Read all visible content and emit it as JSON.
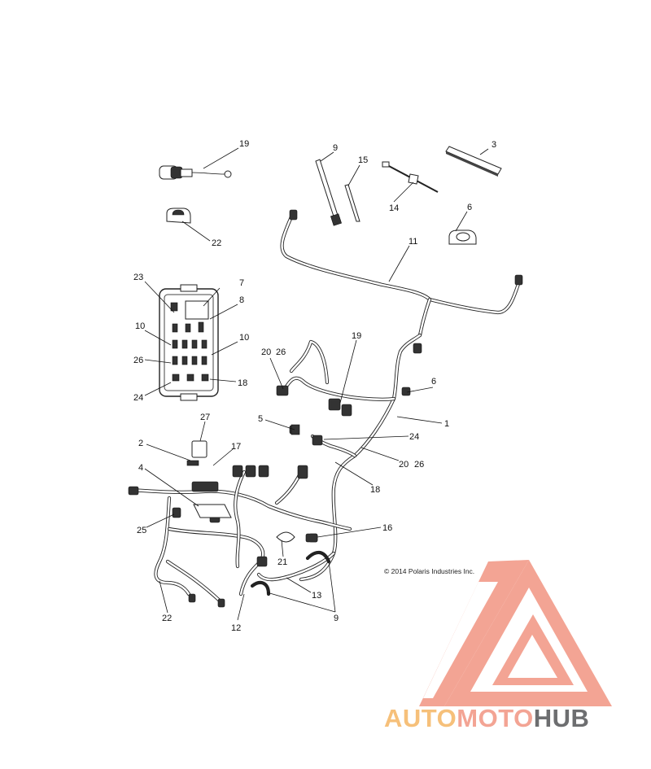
{
  "callouts": [
    {
      "id": "c1",
      "text": "19"
    },
    {
      "id": "c2",
      "text": "9"
    },
    {
      "id": "c3",
      "text": "15"
    },
    {
      "id": "c4",
      "text": "3"
    },
    {
      "id": "c5",
      "text": "14"
    },
    {
      "id": "c6",
      "text": "22"
    },
    {
      "id": "c7",
      "text": "6"
    },
    {
      "id": "c8",
      "text": "11"
    },
    {
      "id": "c9",
      "text": "23"
    },
    {
      "id": "c10",
      "text": "7"
    },
    {
      "id": "c11",
      "text": "8"
    },
    {
      "id": "c12",
      "text": "10"
    },
    {
      "id": "c13",
      "text": "10"
    },
    {
      "id": "c14",
      "text": "19"
    },
    {
      "id": "c15",
      "text": "26"
    },
    {
      "id": "c16",
      "text": "20"
    },
    {
      "id": "c17",
      "text": "26"
    },
    {
      "id": "c18",
      "text": "18"
    },
    {
      "id": "c19",
      "text": "6"
    },
    {
      "id": "c20",
      "text": "24"
    },
    {
      "id": "c21",
      "text": "27"
    },
    {
      "id": "c22",
      "text": "5"
    },
    {
      "id": "c23",
      "text": "1"
    },
    {
      "id": "c24",
      "text": "2"
    },
    {
      "id": "c25",
      "text": "17"
    },
    {
      "id": "c26",
      "text": "24"
    },
    {
      "id": "c27",
      "text": "4"
    },
    {
      "id": "c28",
      "text": "20"
    },
    {
      "id": "c29",
      "text": "26"
    },
    {
      "id": "c30",
      "text": "18"
    },
    {
      "id": "c31",
      "text": "16"
    },
    {
      "id": "c32",
      "text": "25"
    },
    {
      "id": "c33",
      "text": "21"
    },
    {
      "id": "c34",
      "text": "13"
    },
    {
      "id": "c35",
      "text": "22"
    },
    {
      "id": "c36",
      "text": "12"
    },
    {
      "id": "c37",
      "text": "9"
    }
  ],
  "copyright": "© 2014 Polaris Industries Inc.",
  "watermark": {
    "text_part1": "AUTO",
    "text_part2": "MOTO",
    "text_part3": "HUB",
    "color_light": "#f3a494",
    "color_orange": "#f6c07a",
    "color_gray": "#6d6e70"
  }
}
